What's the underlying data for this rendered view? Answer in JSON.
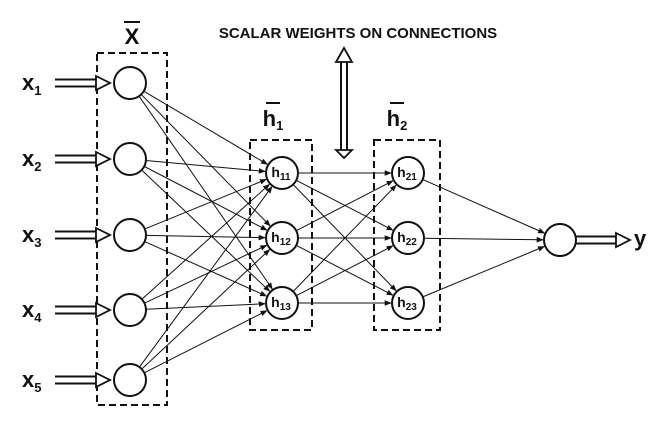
{
  "annotation": "SCALAR WEIGHTS ON CONNECTIONS",
  "layers": {
    "input": {
      "label": "X"
    },
    "hidden1": {
      "label": "h",
      "sub": "1"
    },
    "hidden2": {
      "label": "h",
      "sub": "2"
    }
  },
  "inputs": [
    {
      "label": "x",
      "sub": "1"
    },
    {
      "label": "x",
      "sub": "2"
    },
    {
      "label": "x",
      "sub": "3"
    },
    {
      "label": "x",
      "sub": "4"
    },
    {
      "label": "x",
      "sub": "5"
    }
  ],
  "hidden1_nodes": [
    {
      "label": "h",
      "sub": "11"
    },
    {
      "label": "h",
      "sub": "12"
    },
    {
      "label": "h",
      "sub": "13"
    }
  ],
  "hidden2_nodes": [
    {
      "label": "h",
      "sub": "21"
    },
    {
      "label": "h",
      "sub": "22"
    },
    {
      "label": "h",
      "sub": "23"
    }
  ],
  "output": {
    "label": "y"
  }
}
